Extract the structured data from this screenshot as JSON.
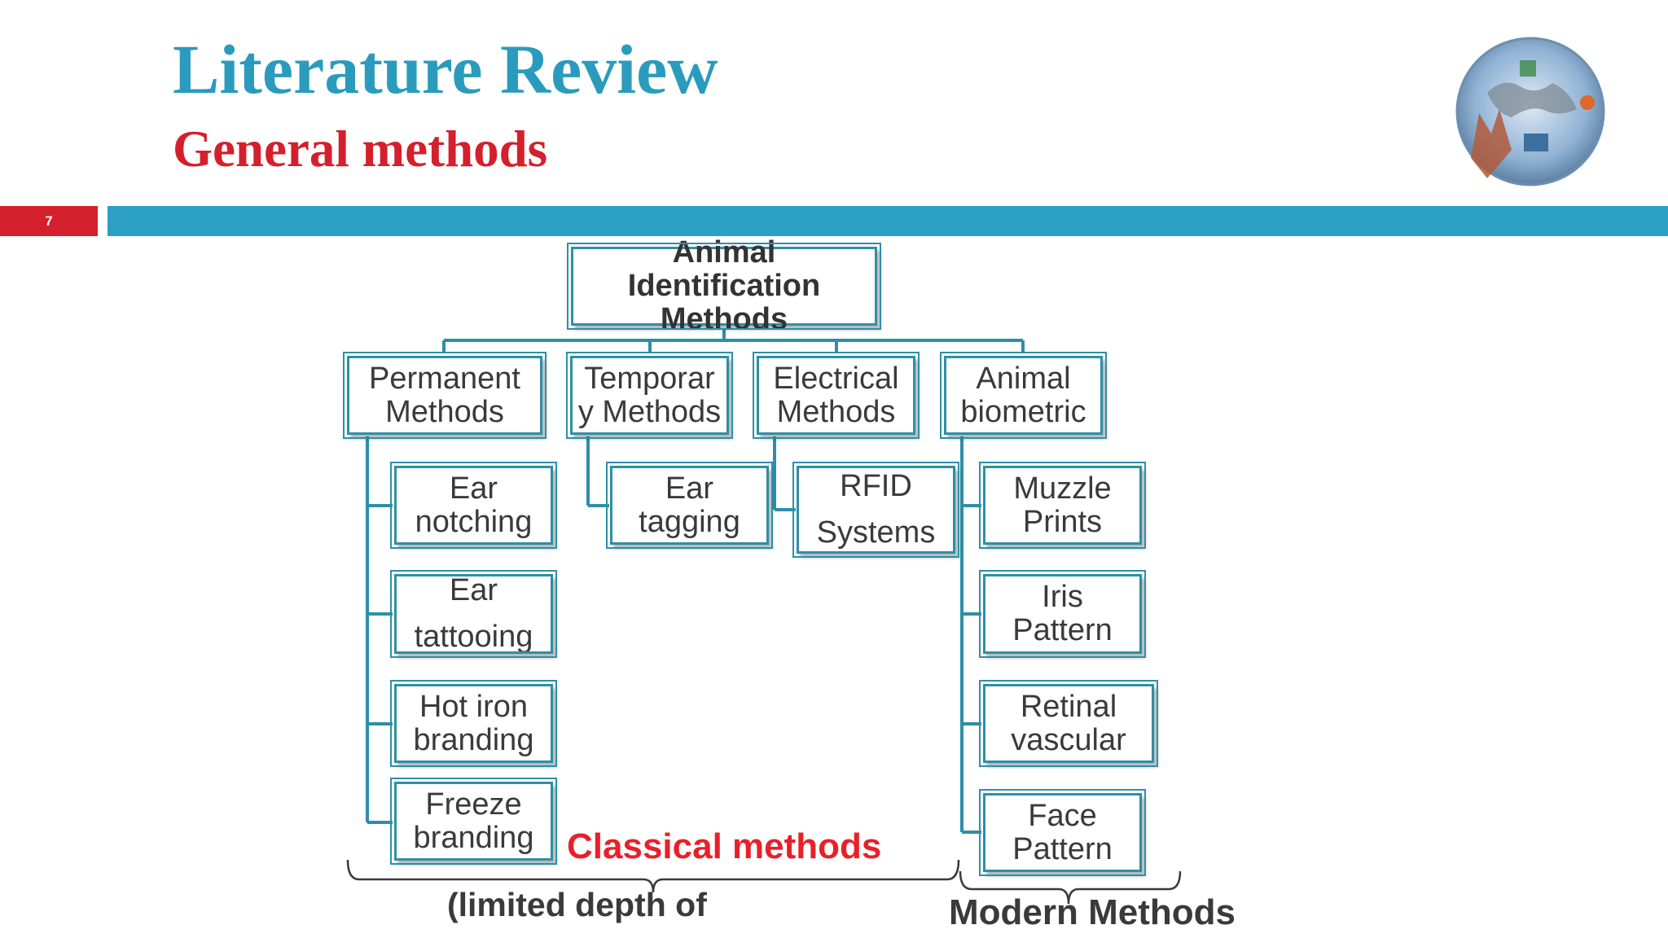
{
  "slide": {
    "title": "Literature Review",
    "subtitle": "General methods",
    "number": "7"
  },
  "diagram": {
    "root": "Animal\nIdentification\nMethods",
    "categories": {
      "permanent": "Permanent\nMethods",
      "temporary": "Temporar\ny Methods",
      "electrical": "Electrical\nMethods",
      "biometric": "Animal\nbiometric"
    },
    "permanent_items": {
      "ear_notching": "Ear\nnotching",
      "ear_tattooing": "Ear\ntattooing",
      "hot_iron": "Hot iron\nbranding",
      "freeze": "Freeze\nbranding"
    },
    "temporary_items": {
      "ear_tagging": "Ear\ntagging"
    },
    "electrical_items": {
      "rfid": "RFID\nSystems"
    },
    "biometric_items": {
      "muzzle": "Muzzle\nPrints",
      "iris": "Iris\nPattern",
      "retinal": "Retinal\nvascular",
      "face": "Face\nPattern"
    },
    "labels": {
      "classical": "Classical methods",
      "limited": "(limited depth of",
      "modern": "Modern Methods"
    }
  },
  "colors": {
    "title": "#2a9bbd",
    "subtitle": "#d4202c",
    "box_border": "#2e8fa6",
    "classical_label": "#e8202a",
    "bar_blue": "#2ba0c2",
    "bar_red": "#d4202c"
  },
  "icons": {
    "logo": "university-globe-seal"
  }
}
